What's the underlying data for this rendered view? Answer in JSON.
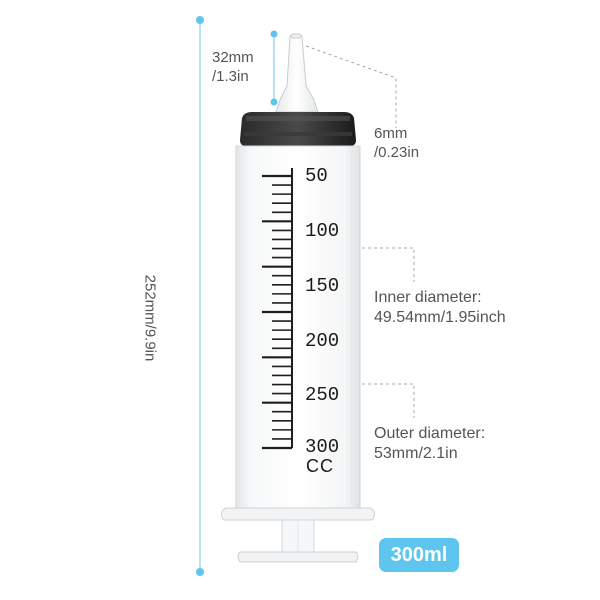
{
  "dimensions": {
    "total_length": "252mm/9.9in",
    "tip_length_line1": "32mm",
    "tip_length_line2": "/1.3in",
    "tip_opening_line1": "6mm",
    "tip_opening_line2": "/0.23in",
    "inner_diameter_label": "Inner diameter:",
    "inner_diameter_value": "49.54mm/1.95inch",
    "outer_diameter_label": "Outer diameter:",
    "outer_diameter_value": "53mm/2.1in"
  },
  "scale": {
    "marks": [
      "50",
      "100",
      "150",
      "200",
      "250",
      "300"
    ],
    "unit": "CC"
  },
  "capacity_badge": "300ml",
  "colors": {
    "accent": "#5ec6ee",
    "dimension_line": "#9ad8f2",
    "plunger_seal": "#1e1e1e"
  }
}
